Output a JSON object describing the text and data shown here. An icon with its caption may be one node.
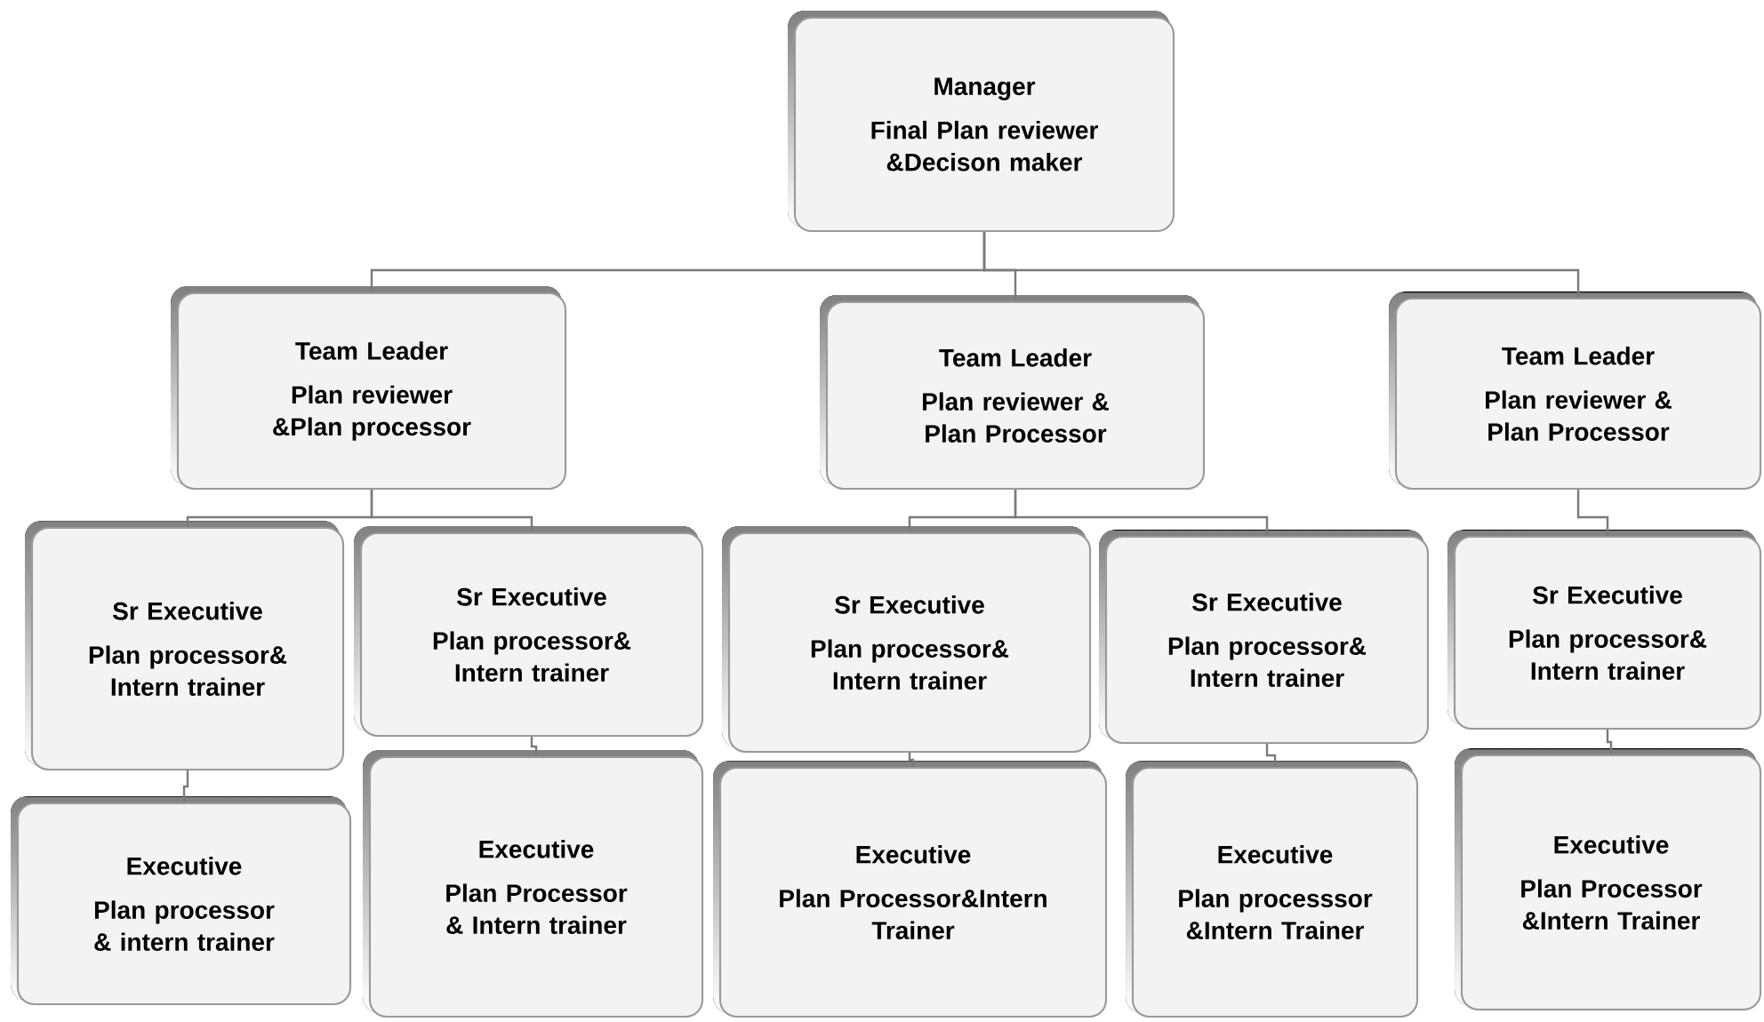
{
  "diagram": {
    "nodes": [
      {
        "text": [
          "Manager",
          "Final Plan reviewer &Decison maker"
        ]
      },
      {
        "text": [
          "Team Leader",
          "Plan reviewer &Plan processor"
        ]
      },
      {
        "text": [
          "Team Leader",
          "Plan reviewer & Plan Processor"
        ]
      },
      {
        "text": [
          "Team Leader",
          "Plan reviewer & Plan Processor"
        ]
      },
      {
        "text": [
          "Sr Executive",
          "Plan processor& Intern trainer"
        ]
      },
      {
        "text": [
          "Sr Executive",
          "Plan processor& Intern trainer"
        ]
      },
      {
        "text": [
          "Sr Executive",
          "Plan processor& Intern trainer"
        ]
      },
      {
        "text": [
          "Sr Executive",
          "Plan processor& Intern trainer"
        ]
      },
      {
        "text": [
          "Sr Executive",
          "Plan processor& Intern trainer"
        ]
      },
      {
        "text": [
          "Executive",
          "Plan processor & intern trainer"
        ]
      },
      {
        "text": [
          "Executive",
          "Plan Processor & Intern trainer"
        ]
      },
      {
        "text": [
          "Executive",
          "Plan Processor&Intern Trainer"
        ]
      },
      {
        "text": [
          "Executive",
          "Plan processsor &Intern Trainer"
        ]
      },
      {
        "text": [
          "Executive",
          "Plan Processor &Intern Trainer"
        ]
      }
    ],
    "edges": [
      {
        "from": 0,
        "to": 1,
        "arrow": "none"
      },
      {
        "from": 0,
        "to": 2,
        "arrow": "none"
      },
      {
        "from": 0,
        "to": 3,
        "arrow": "none"
      },
      {
        "from": 1,
        "to": 4,
        "arrow": "none"
      },
      {
        "from": 1,
        "to": 5,
        "arrow": "none"
      },
      {
        "from": 2,
        "to": 6,
        "arrow": "none"
      },
      {
        "from": 2,
        "to": 7,
        "arrow": "none"
      },
      {
        "from": 3,
        "to": 8,
        "arrow": "none"
      },
      {
        "from": 4,
        "to": 9,
        "arrow": "none"
      },
      {
        "from": 5,
        "to": 10,
        "arrow": "none"
      },
      {
        "from": 6,
        "to": 11,
        "arrow": "none"
      },
      {
        "from": 7,
        "to": 12,
        "arrow": "none"
      },
      {
        "from": 8,
        "to": 13,
        "arrow": "none"
      }
    ]
  }
}
